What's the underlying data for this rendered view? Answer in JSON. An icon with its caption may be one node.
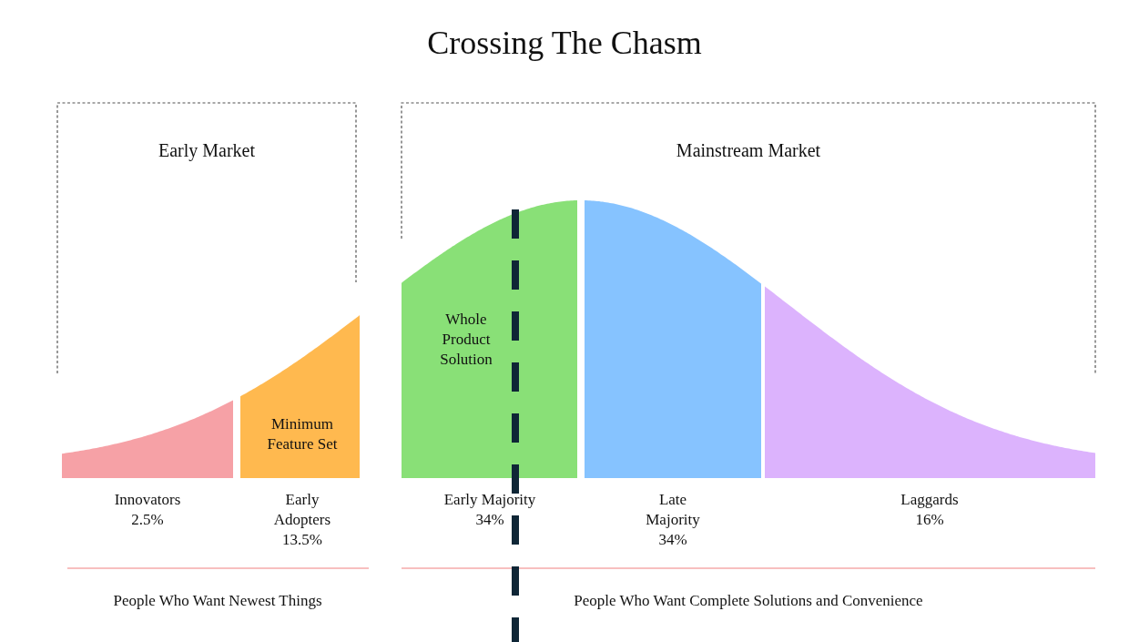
{
  "diagram": {
    "title": "Crossing The Chasm",
    "nodes": [
      {
        "text": [
          "Early Market"
        ]
      },
      {
        "text": [
          "Mainstream Market"
        ]
      },
      {
        "text": [],
        "shape": "area",
        "beside": [
          "Innovators",
          "2.5%"
        ]
      },
      {
        "text": [
          "Minimum Feature Set"
        ],
        "beside": [
          "Early Adopters",
          "13.5%"
        ]
      },
      {
        "text": [
          "Whole Product Solution"
        ],
        "beside": [
          "Early Majority",
          "34%"
        ]
      },
      {
        "text": [],
        "shape": "area",
        "beside": [
          "Late Majority",
          "34%"
        ]
      },
      {
        "text": [],
        "shape": "area",
        "beside": [
          "Laggards",
          "16%"
        ]
      }
    ],
    "edges": [],
    "labels": [
      "People Who Want Newest Things",
      "People Who Want Complete Solutions and Convenience"
    ]
  }
}
